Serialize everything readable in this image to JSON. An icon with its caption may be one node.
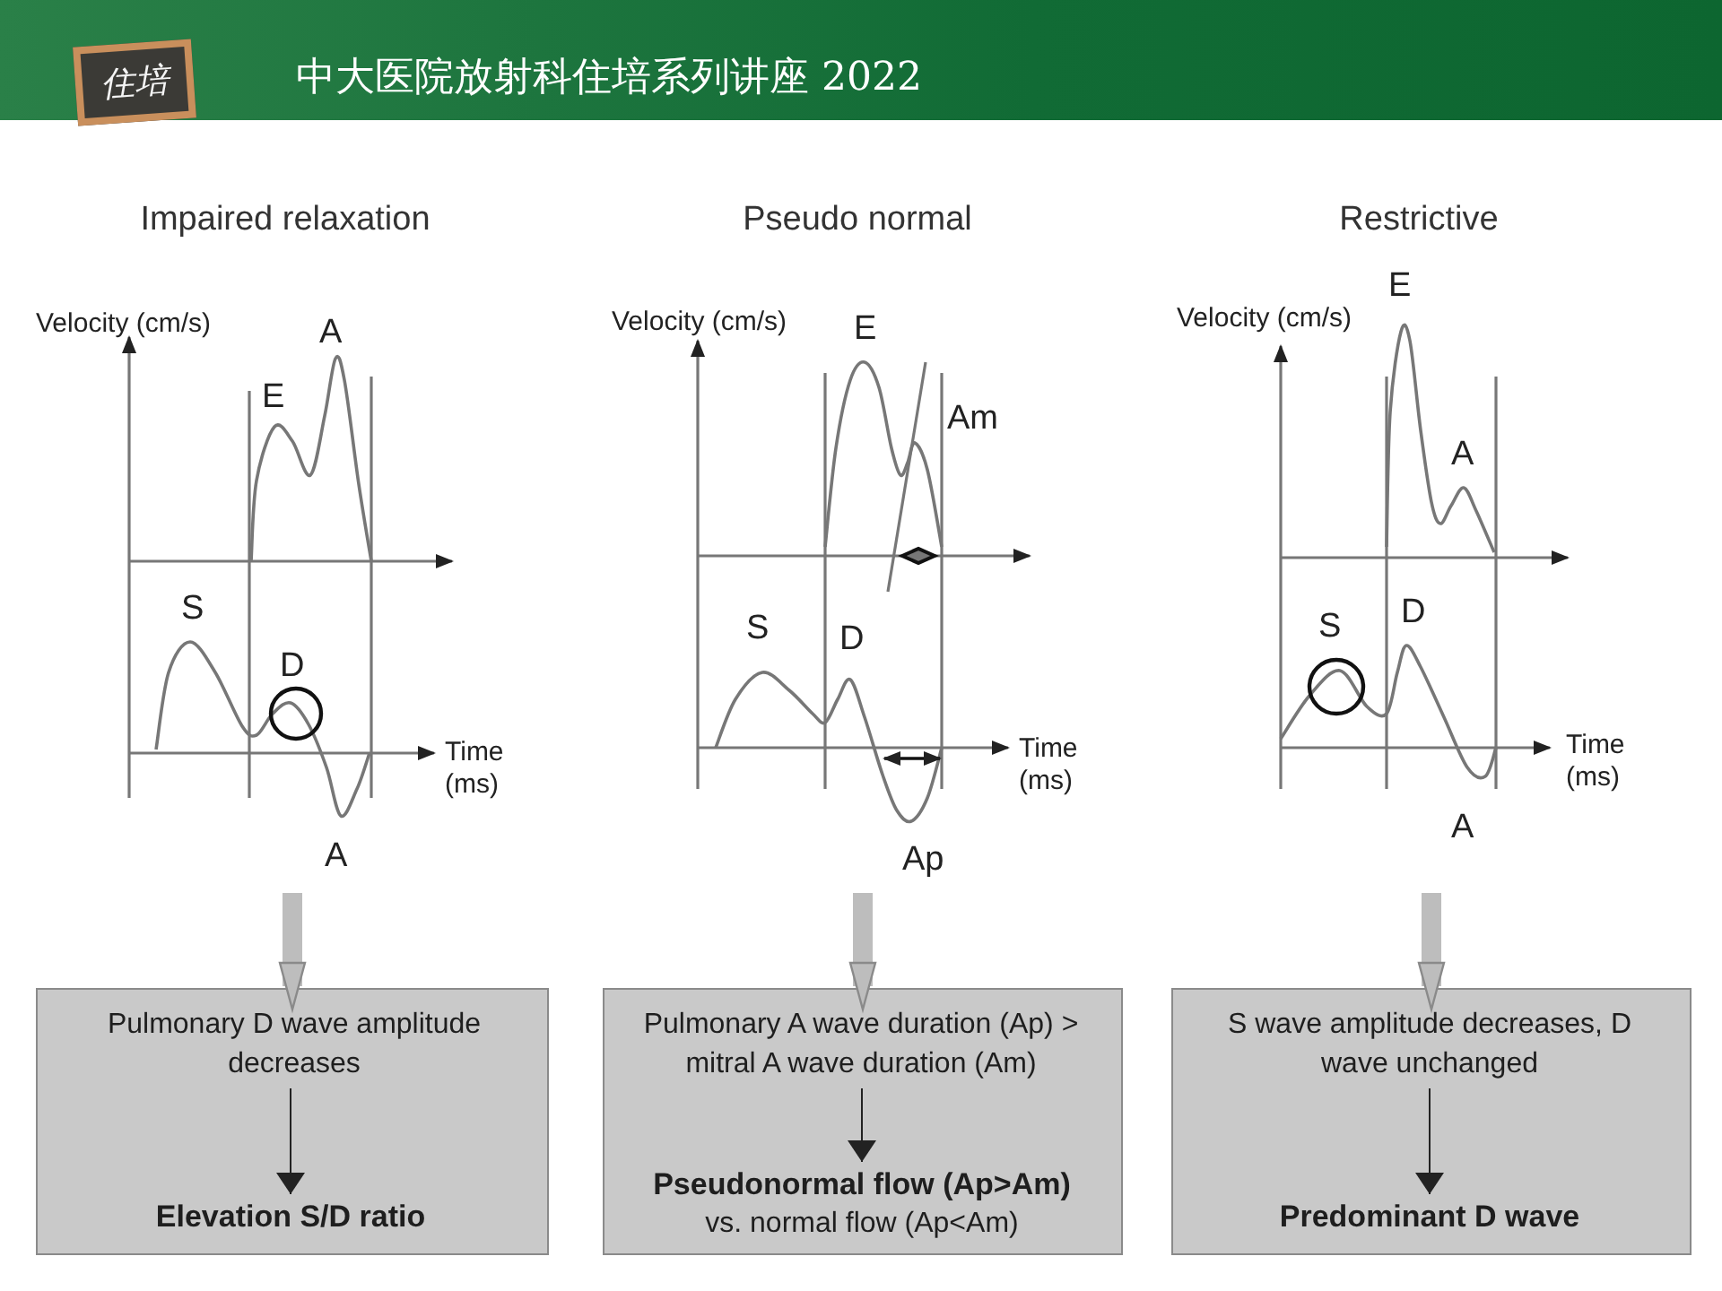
{
  "diagram": {
    "title": "中大医院放射科住培系列讲座 2022",
    "nodes": [
      {
        "text": [
          "Impaired relaxation"
        ]
      },
      {
        "text": [],
        "shape": "box"
      },
      {
        "text": [
          "Pulmonary D wave amplitude decreases"
        ],
        "in": 1
      },
      {
        "text": [
          "Elevation  S/D ratio"
        ],
        "in": 1
      },
      {
        "text": [
          "Pseudo normal"
        ]
      },
      {
        "text": [],
        "shape": "box"
      },
      {
        "text": [
          "Pulmonary A wave duration (Ap) >  mitral A wave duration (Am)"
        ],
        "in": 5
      },
      {
        "text": [
          "Pseudonormal flow (Ap>Am)",
          "vs. normal flow (Ap<Am)"
        ],
        "in": 5
      },
      {
        "text": [
          "Restrictive"
        ]
      },
      {
        "text": [],
        "shape": "box"
      },
      {
        "text": [
          "S wave amplitude decreases, D wave unchanged"
        ],
        "in": 9
      },
      {
        "text": [
          "Predominant D wave"
        ],
        "in": 9
      }
    ],
    "edges": [
      {
        "from": 0,
        "to": 1,
        "arrow": "to",
        "style": "thick"
      },
      {
        "from": 2,
        "to": 3,
        "arrow": "to",
        "color": "#222222"
      },
      {
        "from": 4,
        "to": 5,
        "arrow": "to",
        "style": "thick"
      },
      {
        "from": 6,
        "to": 7,
        "arrow": "to",
        "color": "#222222"
      },
      {
        "from": 8,
        "to": 9,
        "arrow": "to",
        "style": "thick"
      },
      {
        "from": 10,
        "to": 11,
        "arrow": "to",
        "color": "#222222"
      }
    ],
    "labels": [
      "住培",
      "Velocity (cm/s)",
      "A",
      "E",
      "S",
      "D",
      "Time (ms)",
      "A",
      "Velocity (cm/s)",
      "E",
      "Am",
      "S",
      "D",
      "Time (ms)",
      "Ap",
      "Velocity (cm/s)",
      "E",
      "A",
      "S",
      "D",
      "Time (ms)",
      "A"
    ]
  }
}
